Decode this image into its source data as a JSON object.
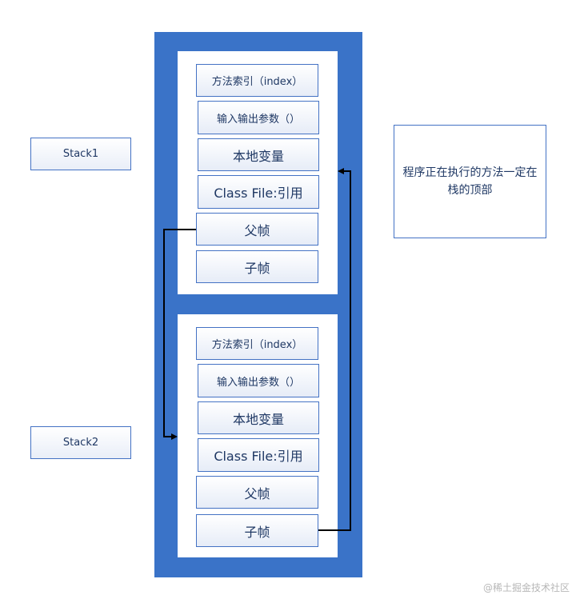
{
  "stack_labels": [
    "Stack1",
    "Stack2"
  ],
  "frames": [
    {
      "cells": [
        "方法索引（index）",
        "输入输出参数（）",
        "本地变量",
        "Class File:引用",
        "父帧",
        "子帧"
      ]
    },
    {
      "cells": [
        "方法索引（index）",
        "输入输出参数（）",
        "本地变量",
        "Class File:引用",
        "父帧",
        "子帧"
      ]
    }
  ],
  "note": "程序正在执行的方法一定在栈的顶部",
  "watermark": "@稀土掘金技术社区",
  "colors": {
    "panel": "#3a73c8",
    "border": "#4472c4",
    "text": "#1f3864",
    "arrow": "#000000"
  }
}
